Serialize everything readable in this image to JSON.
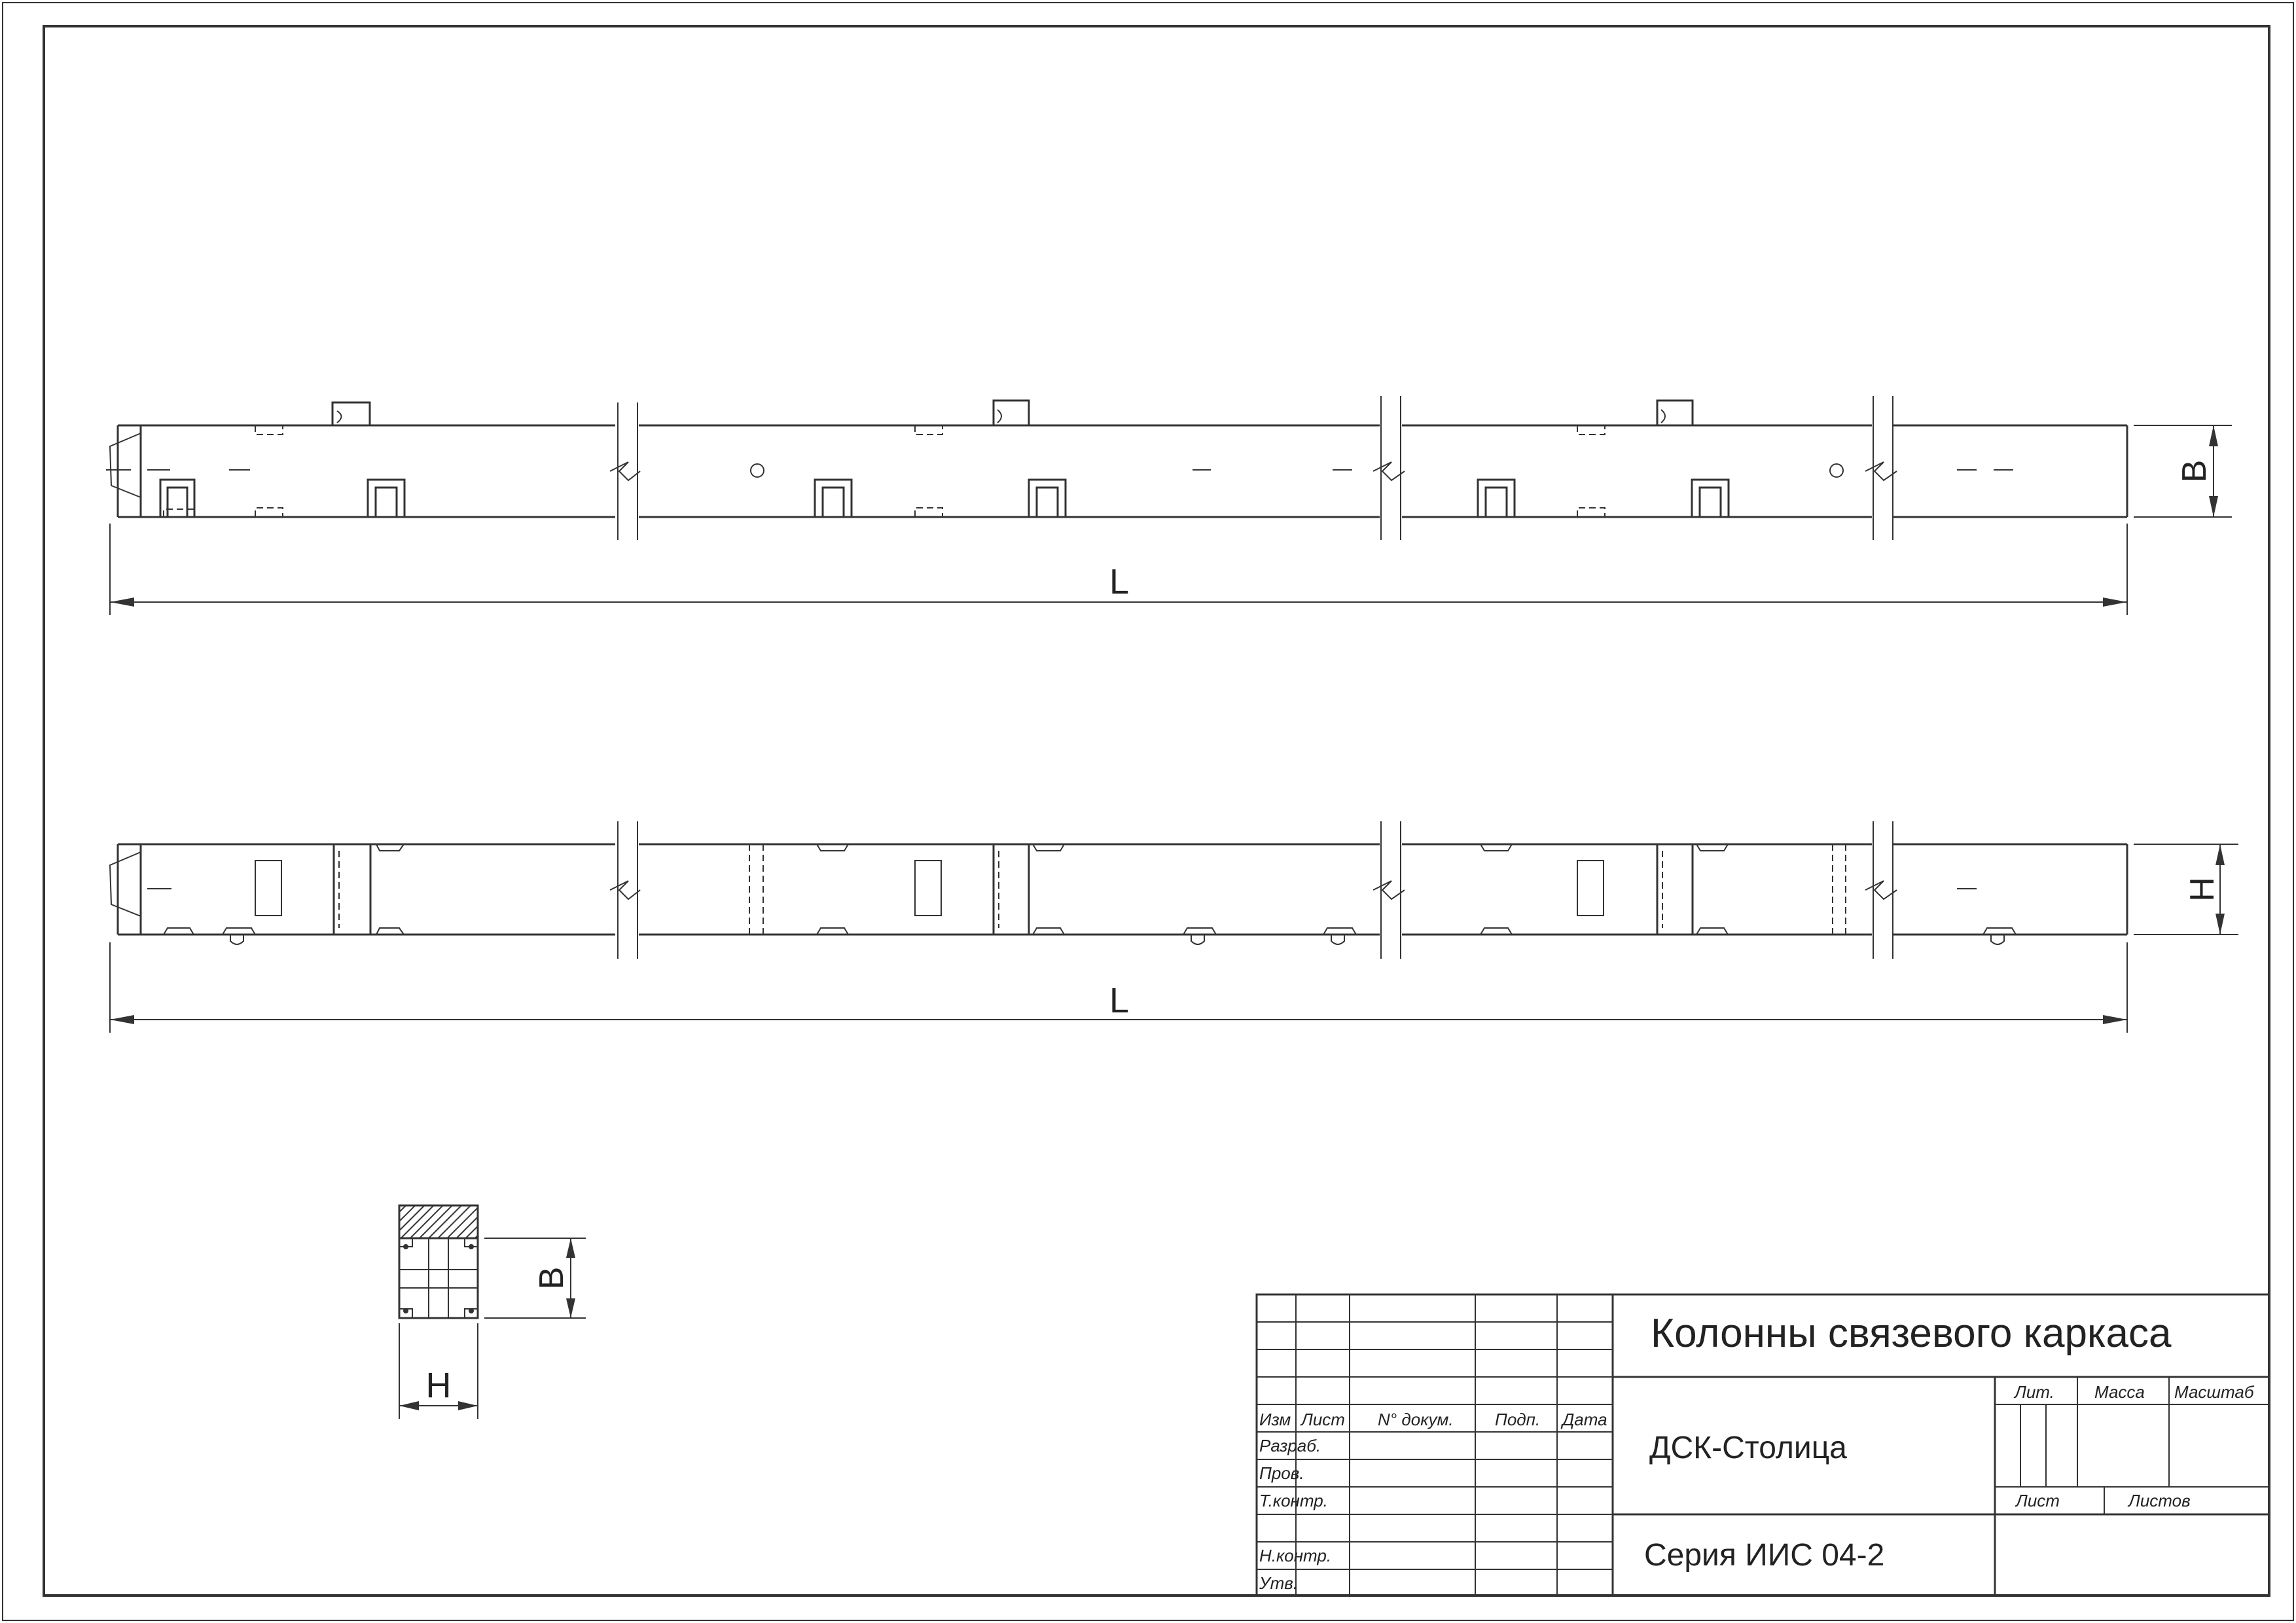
{
  "drawing": {
    "dimension_labels": {
      "length_top": "L",
      "length_bottom": "L",
      "width_top": "B",
      "height_bottom": "H",
      "section_width": "B",
      "section_height": "H"
    }
  },
  "title_block": {
    "title": "Колонны связевого каркаса",
    "organization": "ДСК-Столица",
    "series": "Серия ИИС 04-2",
    "columns": {
      "izm": "Изм",
      "list": "Лист",
      "doc_no": "N° докум.",
      "sign": "Подп.",
      "date": "Дата"
    },
    "roles": {
      "razrab": "Разраб.",
      "prov": "Пров.",
      "tkontr": "Т.контр.",
      "nkontr": "Н.контр.",
      "utv": "Утв."
    },
    "headers": {
      "lit": "Лит.",
      "massa": "Масса",
      "masshtab": "Масштаб",
      "list": "Лист",
      "listov": "Листов"
    }
  }
}
